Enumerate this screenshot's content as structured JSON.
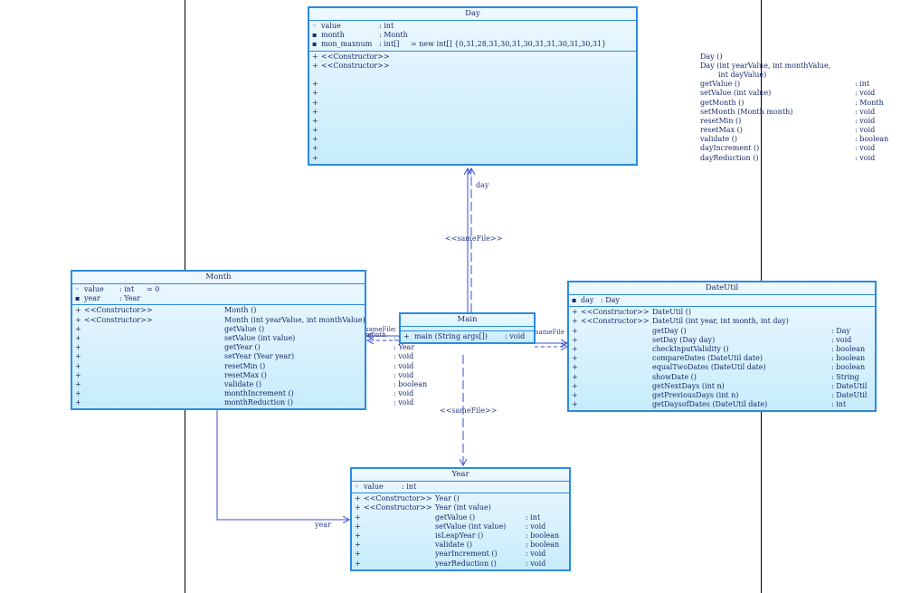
{
  "classes": {
    "day": {
      "name": "Day",
      "attributes": [
        {
          "vis": "◦",
          "name": "value",
          "type": ": int",
          "init": ""
        },
        {
          "vis": "▪",
          "name": "month",
          "type": ": Month",
          "init": ""
        },
        {
          "vis": "▪",
          "name": "mon_maxnum",
          "type": ": int[]",
          "init": "= new int[] {0,31,28,31,30,31,30,31,31,30,31,30,31}"
        }
      ],
      "operations": [
        {
          "vis": "+",
          "ster": "<<Constructor>>",
          "name": "Day ()",
          "type": ""
        },
        {
          "vis": "+",
          "ster": "<<Constructor>>",
          "name": "Day (int yearValue, int monthValue,",
          "type": ""
        },
        {
          "vis": "",
          "ster": "",
          "name": "int dayValue)",
          "type": ""
        },
        {
          "vis": "+",
          "ster": "",
          "name": "getValue ()",
          "type": ": int"
        },
        {
          "vis": "+",
          "ster": "",
          "name": "setValue (int value)",
          "type": ": void"
        },
        {
          "vis": "+",
          "ster": "",
          "name": "getMonth ()",
          "type": ": Month"
        },
        {
          "vis": "+",
          "ster": "",
          "name": "setMonth (Month month)",
          "type": ": void"
        },
        {
          "vis": "+",
          "ster": "",
          "name": "resetMin ()",
          "type": ": void"
        },
        {
          "vis": "+",
          "ster": "",
          "name": "resetMax ()",
          "type": ": void"
        },
        {
          "vis": "+",
          "ster": "",
          "name": "validate ()",
          "type": ": boolean"
        },
        {
          "vis": "+",
          "ster": "",
          "name": "dayIncrement ()",
          "type": ": void"
        },
        {
          "vis": "+",
          "ster": "",
          "name": "dayReduction ()",
          "type": ": void"
        }
      ]
    },
    "month": {
      "name": "Month",
      "attributes": [
        {
          "vis": "◦",
          "name": "value",
          "type": ": int",
          "init": "= 0"
        },
        {
          "vis": "▪",
          "name": "year",
          "type": ": Year",
          "init": ""
        }
      ],
      "operations": [
        {
          "vis": "+",
          "ster": "<<Constructor>>",
          "name": "Month ()",
          "type": ""
        },
        {
          "vis": "+",
          "ster": "<<Constructor>>",
          "name": "Month (int yearValue, int monthValue)",
          "type": ""
        },
        {
          "vis": "+",
          "ster": "",
          "name": "getValue ()",
          "type": ": int"
        },
        {
          "vis": "+",
          "ster": "",
          "name": "setValue (int value)",
          "type": ": void"
        },
        {
          "vis": "+",
          "ster": "",
          "name": "getYear ()",
          "type": ": Year"
        },
        {
          "vis": "+",
          "ster": "",
          "name": "setYear (Year year)",
          "type": ": void"
        },
        {
          "vis": "+",
          "ster": "",
          "name": "resetMin ()",
          "type": ": void"
        },
        {
          "vis": "+",
          "ster": "",
          "name": "resetMax ()",
          "type": ": void"
        },
        {
          "vis": "+",
          "ster": "",
          "name": "validate ()",
          "type": ": boolean"
        },
        {
          "vis": "+",
          "ster": "",
          "name": "monthIncrement ()",
          "type": ": void"
        },
        {
          "vis": "+",
          "ster": "",
          "name": "monthReduction ()",
          "type": ": void"
        }
      ]
    },
    "main": {
      "name": "Main",
      "attributes": [],
      "operations": [
        {
          "vis": "+",
          "ster": "",
          "name": "main (String args[])",
          "type": ": void"
        }
      ]
    },
    "dateutil": {
      "name": "DateUtil",
      "attributes": [
        {
          "vis": "▪",
          "name": "day",
          "type": ": Day",
          "init": ""
        }
      ],
      "operations": [
        {
          "vis": "+",
          "ster": "<<Constructor>>",
          "name": "DateUtil ()",
          "type": ""
        },
        {
          "vis": "+",
          "ster": "<<Constructor>>",
          "name": "DateUtil (int year, int month, int day)",
          "type": ""
        },
        {
          "vis": "+",
          "ster": "",
          "name": "getDay ()",
          "type": ": Day"
        },
        {
          "vis": "+",
          "ster": "",
          "name": "setDay (Day day)",
          "type": ": void"
        },
        {
          "vis": "+",
          "ster": "",
          "name": "checkInputValidity ()",
          "type": ": boolean"
        },
        {
          "vis": "+",
          "ster": "",
          "name": "compareDates (DateUtil date)",
          "type": ": boolean"
        },
        {
          "vis": "+",
          "ster": "",
          "name": "equalTwoDates (DateUtil date)",
          "type": ": boolean"
        },
        {
          "vis": "+",
          "ster": "",
          "name": "showDate ()",
          "type": ": String"
        },
        {
          "vis": "+",
          "ster": "",
          "name": "getNextDays (int n)",
          "type": ": DateUtil"
        },
        {
          "vis": "+",
          "ster": "",
          "name": "getPreviousDays (int n)",
          "type": ": DateUtil"
        },
        {
          "vis": "+",
          "ster": "",
          "name": "getDaysofDates (DateUtil date)",
          "type": ": int"
        }
      ]
    },
    "year": {
      "name": "Year",
      "attributes": [
        {
          "vis": "◦",
          "name": "value",
          "type": ": int",
          "init": ""
        }
      ],
      "operations": [
        {
          "vis": "+",
          "ster": "<<Constructor>>",
          "name": "Year ()",
          "type": ""
        },
        {
          "vis": "+",
          "ster": "<<Constructor>>",
          "name": "Year (int value)",
          "type": ""
        },
        {
          "vis": "+",
          "ster": "",
          "name": "getValue ()",
          "type": ": int"
        },
        {
          "vis": "+",
          "ster": "",
          "name": "setValue (int value)",
          "type": ": void"
        },
        {
          "vis": "+",
          "ster": "",
          "name": "isLeapYear ()",
          "type": ": boolean"
        },
        {
          "vis": "+",
          "ster": "",
          "name": "validate ()",
          "type": ": boolean"
        },
        {
          "vis": "+",
          "ster": "",
          "name": "yearIncrement ()",
          "type": ": void"
        },
        {
          "vis": "+",
          "ster": "",
          "name": "yearReduction ()",
          "type": ": void"
        }
      ]
    }
  },
  "edges": {
    "main_day_stereo": "<<sameFile>>",
    "main_day_role": "day",
    "main_year_stereo": "<<sameFile>>",
    "month_year_role": "year",
    "main_month_stereo": "sameFile",
    "main_month_role": "month",
    "main_dateutil_stereo": "sameFile"
  },
  "colors": {
    "border": "#2b8be0",
    "edge": "#3a4fd0",
    "text": "#1a2a6a"
  }
}
